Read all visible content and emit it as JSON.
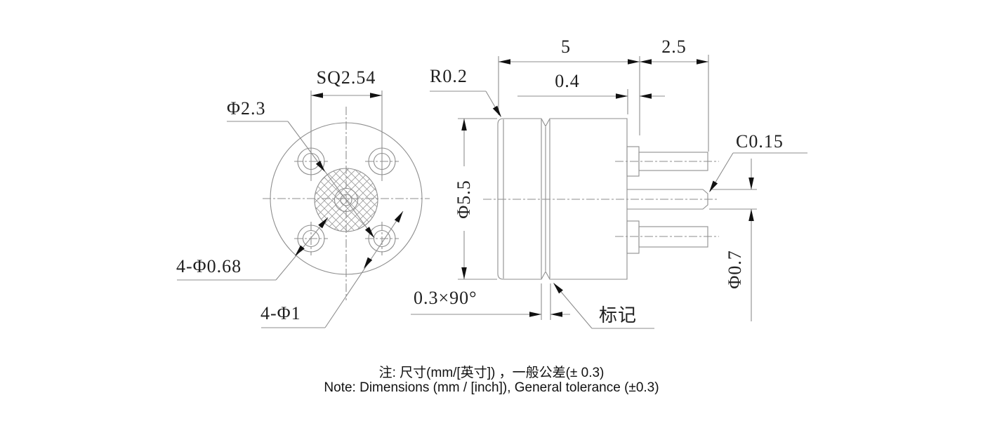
{
  "drawing": {
    "title_hint": "connector two-view dimension drawing",
    "front_view": {
      "labels": {
        "square_pitch": "SQ2.54",
        "center_dia": "Φ2.3",
        "hole_dia_small": "4-Φ0.68",
        "hole_dia_large": "4-Φ1"
      }
    },
    "side_view": {
      "labels": {
        "fillet_radius": "R0.2",
        "body_length": "5",
        "pin_length": "2.5",
        "step_length": "0.4",
        "body_dia": "Φ5.5",
        "tip_chamfer": "C0.15",
        "pin_dia": "Φ0.7",
        "groove_chamfer": "0.3×90°",
        "marking": "标记"
      }
    },
    "notes": {
      "line1": "注: 尺寸(mm/[英寸]) ，一般公差(± 0.3)",
      "line2": "Note: Dimensions (mm / [inch]), General tolerance (±0.3)"
    },
    "colors": {
      "line": "#8e8e8e",
      "text": "#1f1f1f",
      "arrow": "#111111",
      "background": "#ffffff"
    }
  }
}
